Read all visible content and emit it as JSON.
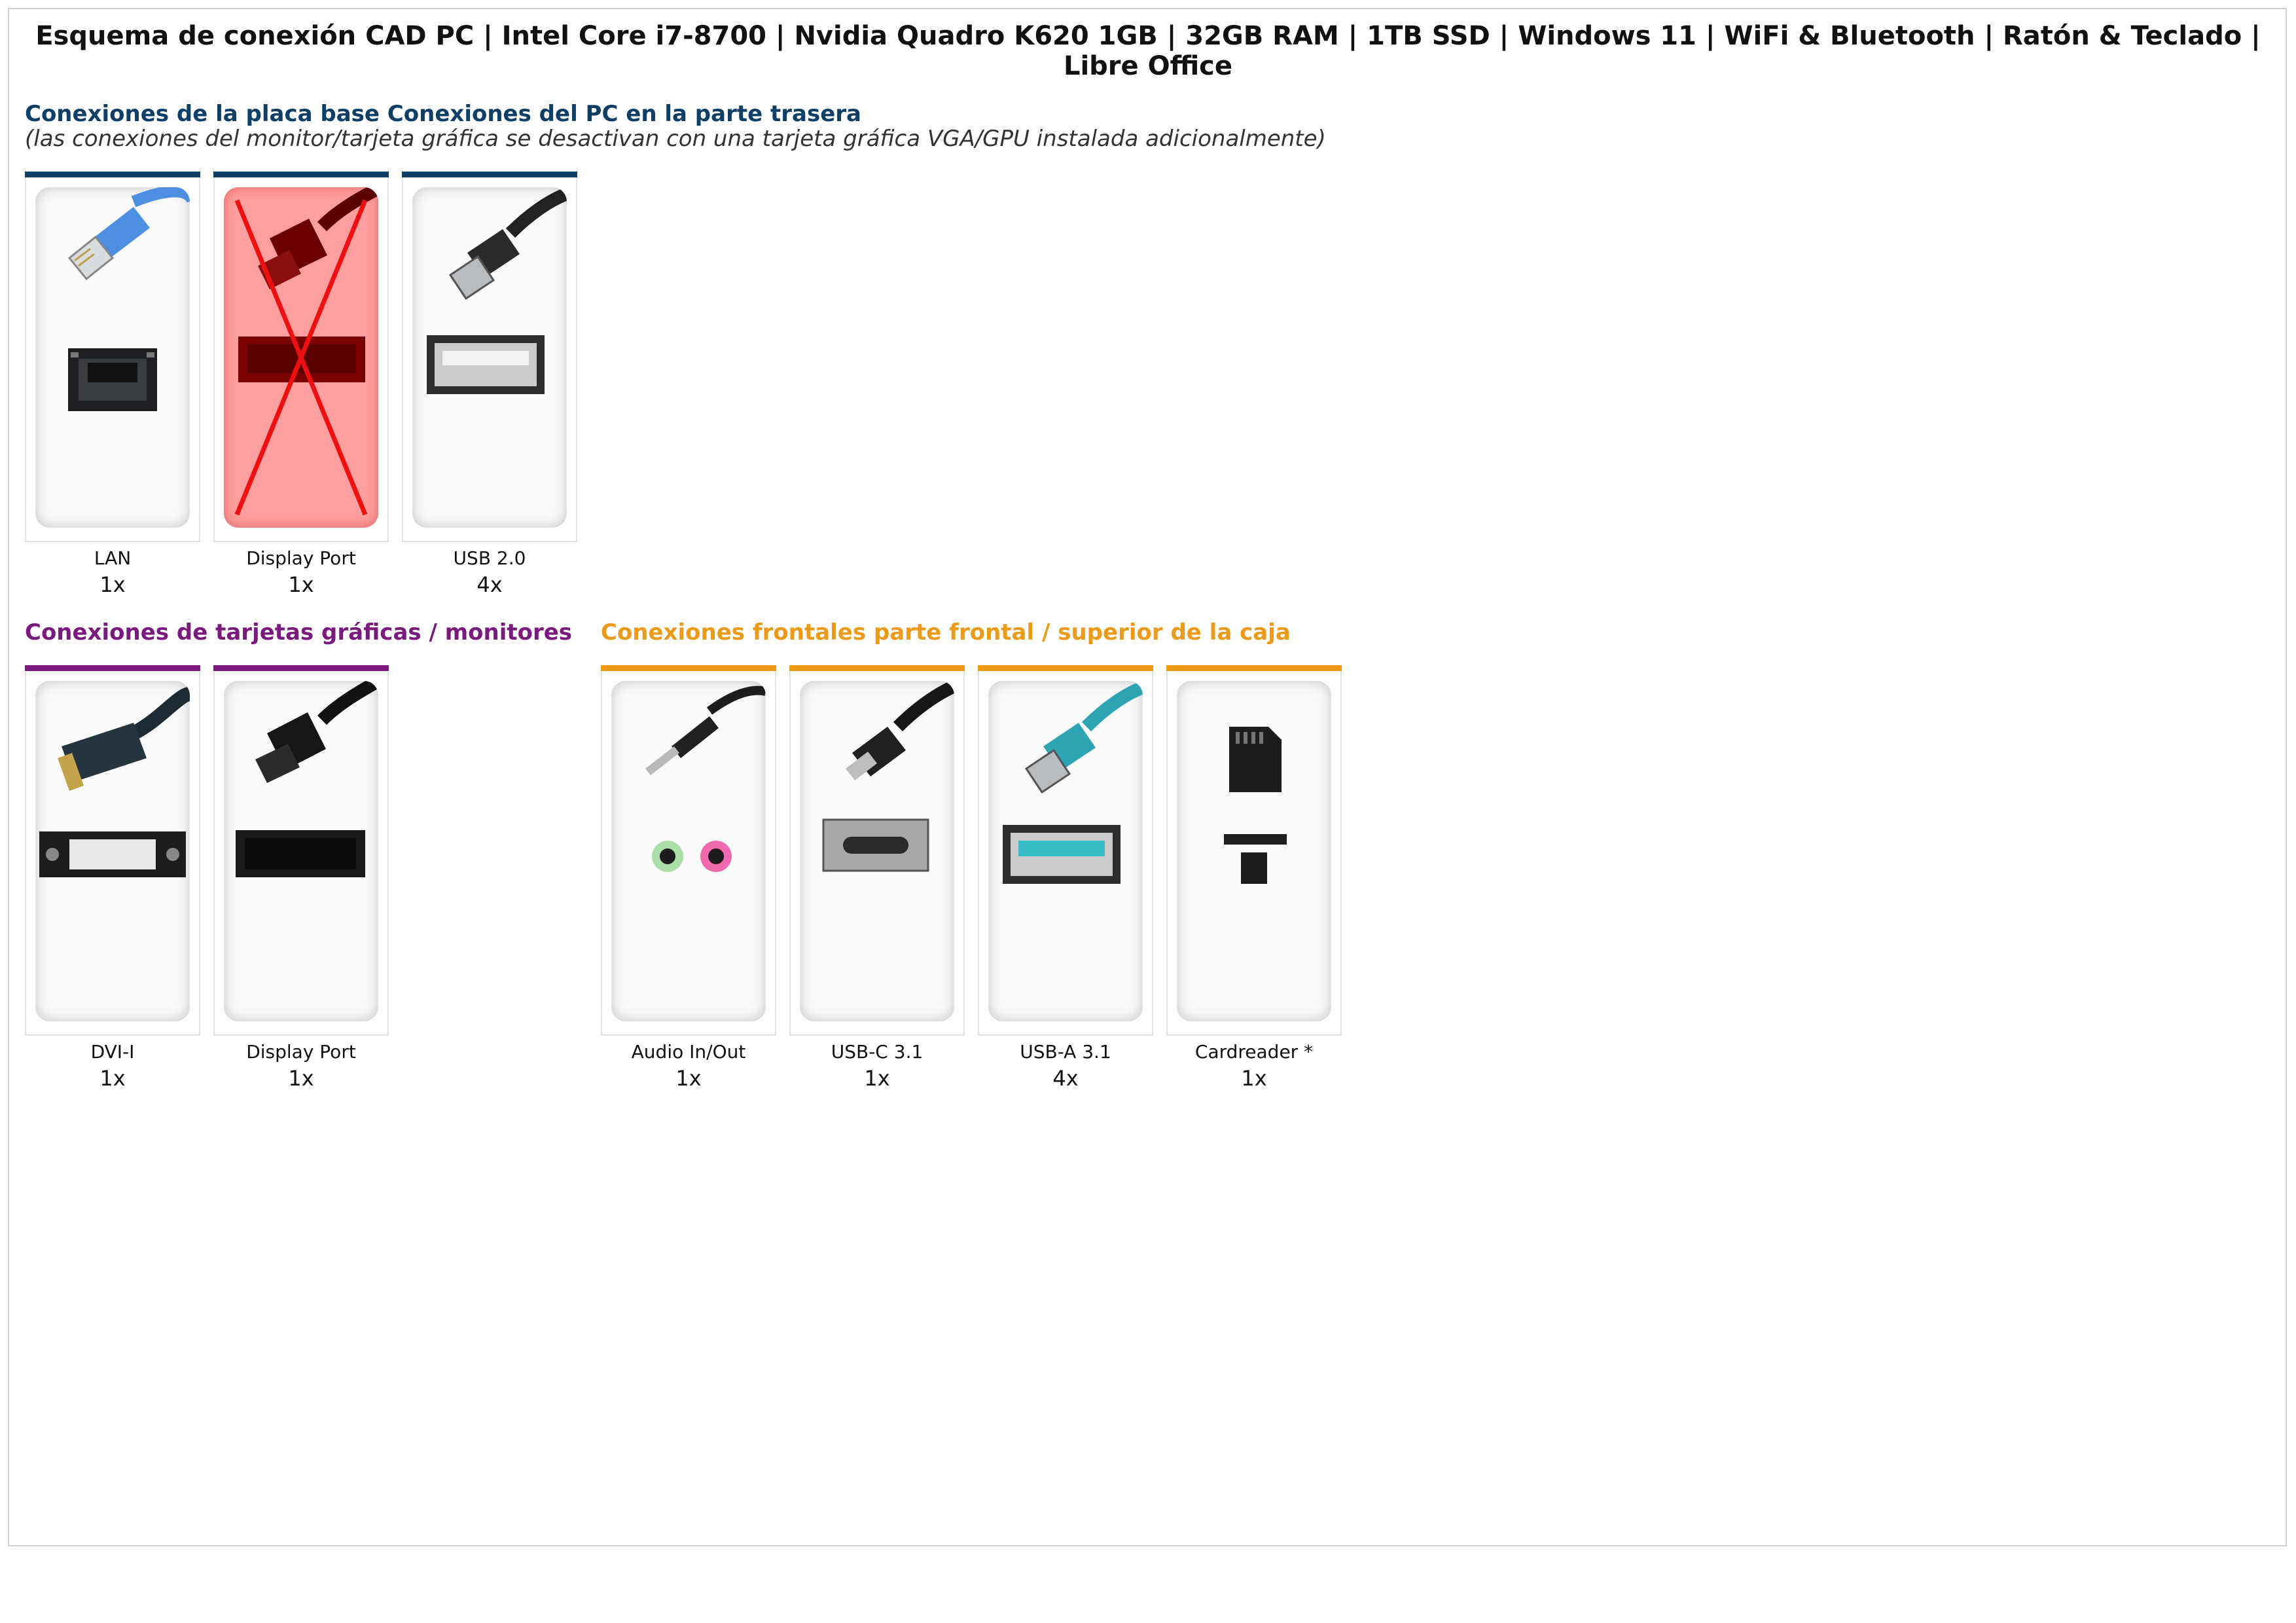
{
  "title": "Esquema de conexión CAD PC | Intel Core i7-8700 | Nvidia Quadro K620 1GB | 32GB RAM | 1TB SSD | Windows 11 | WiFi & Bluetooth | Ratón & Teclado | Libre Office",
  "colors": {
    "rear": "#0f3f66",
    "gpu": "#7a1a7e",
    "front": "#eb9a1a",
    "disabled": "#ff9e9e"
  },
  "rear": {
    "heading": "Conexiones de la placa base Conexiones del PC en la parte trasera",
    "note": "(las conexiones del monitor/tarjeta gráfica se desactivan con una tarjeta gráfica VGA/GPU instalada adicionalmente)",
    "ports": [
      {
        "label": "LAN",
        "count": "1x",
        "icon": "lan-icon"
      },
      {
        "label": "Display Port",
        "count": "1x",
        "icon": "displayport-icon",
        "disabled": true
      },
      {
        "label": "USB 2.0",
        "count": "4x",
        "icon": "usb-a-icon"
      }
    ]
  },
  "gpu": {
    "heading": "Conexiones de tarjetas gráficas / monitores",
    "ports": [
      {
        "label": "DVI-I",
        "count": "1x",
        "icon": "dvi-icon"
      },
      {
        "label": "Display Port",
        "count": "1x",
        "icon": "displayport-icon"
      }
    ]
  },
  "front": {
    "heading": "Conexiones frontales parte frontal / superior de la caja",
    "ports": [
      {
        "label": "Audio In/Out",
        "count": "1x",
        "icon": "audio-jack-icon"
      },
      {
        "label": "USB-C 3.1",
        "count": "1x",
        "icon": "usb-c-icon"
      },
      {
        "label": "USB-A 3.1",
        "count": "4x",
        "icon": "usb-a-31-icon"
      },
      {
        "label": "Cardreader *",
        "count": "1x",
        "icon": "sd-card-icon"
      }
    ]
  }
}
